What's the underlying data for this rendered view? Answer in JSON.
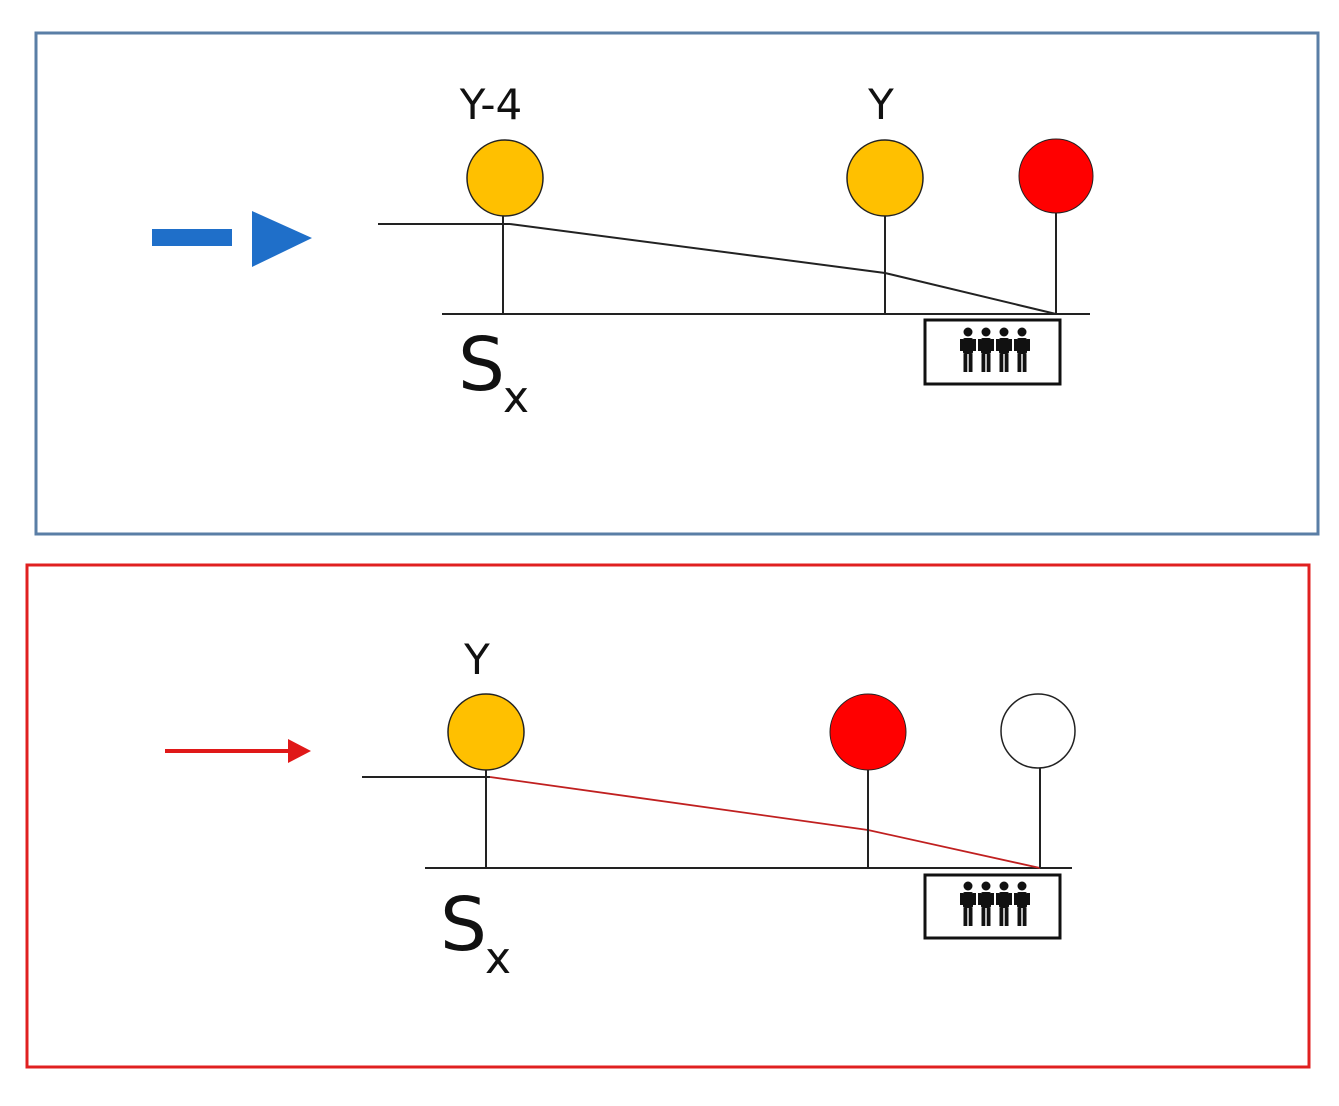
{
  "colors": {
    "panel_top_border": "#5a7ea6",
    "panel_bottom_border": "#e02020",
    "arrow_blue": "#1f6fc9",
    "arrow_red": "#e01818",
    "signal_yellow": "#ffc000",
    "signal_red": "#ff0000",
    "signal_off": "#ffffff",
    "line": "#222222",
    "braking_curve_red": "#c02020"
  },
  "top_panel": {
    "signal_1_label": "Y-4",
    "signal_2_label": "Y",
    "section_label_main": "S",
    "section_label_sub": "x",
    "icons": [
      "direction-arrow-icon",
      "people-icon"
    ]
  },
  "bottom_panel": {
    "signal_1_label": "Y",
    "section_label_main": "S",
    "section_label_sub": "x",
    "icons": [
      "direction-arrow-icon",
      "people-icon"
    ]
  }
}
